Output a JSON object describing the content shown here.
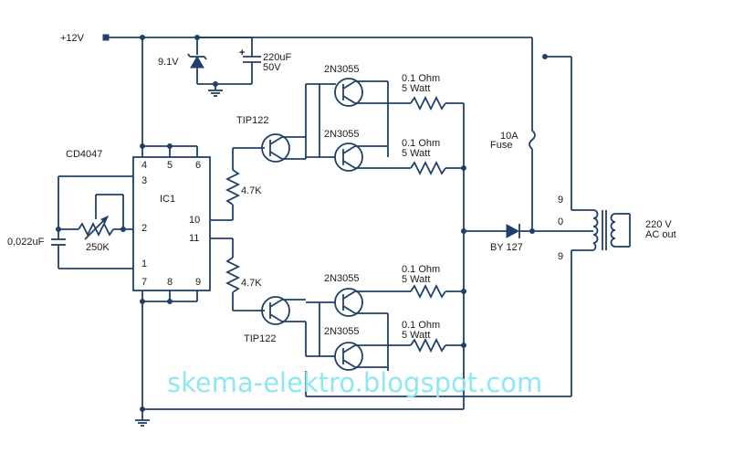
{
  "supply": {
    "label": "+12V"
  },
  "zener": {
    "label": "9.1V"
  },
  "cap_supply": {
    "value": "220uF",
    "voltage": "50V"
  },
  "ic": {
    "part": "CD4047",
    "name": "IC1",
    "pins": {
      "p1": "1",
      "p2": "2",
      "p3": "3",
      "p4": "4",
      "p5": "5",
      "p6": "6",
      "p7": "7",
      "p8": "8",
      "p9": "9",
      "p10": "10",
      "p11": "11"
    }
  },
  "timing_cap": {
    "label": "0,022uF"
  },
  "pot": {
    "label": "250K"
  },
  "driver_top": {
    "label": "TIP122"
  },
  "driver_bottom": {
    "label": "TIP122"
  },
  "res_base_top": {
    "label": "4.7K"
  },
  "res_base_bottom": {
    "label": "4.7K"
  },
  "power_transistors": [
    "2N3055",
    "2N3055",
    "2N3055",
    "2N3055"
  ],
  "emitter_resistors": [
    {
      "value": "0.1 Ohm",
      "rating": "5 Watt"
    },
    {
      "value": "0.1 Ohm",
      "rating": "5 Watt"
    },
    {
      "value": "0.1 Ohm",
      "rating": "5 Watt"
    },
    {
      "value": "0.1 Ohm",
      "rating": "5 Watt"
    }
  ],
  "fuse": {
    "rating": "10A",
    "label": "Fuse"
  },
  "diode": {
    "label": "BY 127"
  },
  "transformer": {
    "tap_top": "9",
    "tap_center": "0",
    "tap_bottom": "9",
    "out_voltage": "220 V",
    "out_label": "AC out"
  },
  "watermark": "skema-elektro.blogspot.com"
}
